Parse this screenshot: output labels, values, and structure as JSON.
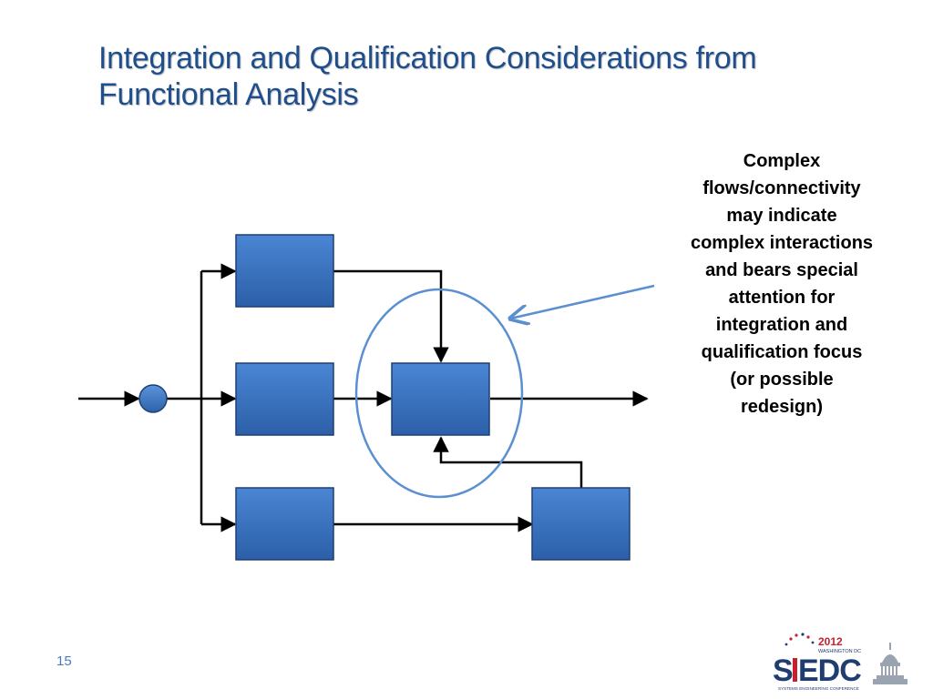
{
  "slide": {
    "title_lines": [
      "Integration and Qualification Considerations from",
      "Functional Analysis"
    ],
    "callout_lines": [
      "Complex",
      "flows/connectivity",
      "may indicate",
      "complex interactions",
      "and bears special",
      "attention for",
      "integration and",
      "qualification focus",
      "(or possible",
      "redesign)"
    ],
    "page_number": "15"
  },
  "logo": {
    "year": "2012",
    "city": "WASHINGTON DC",
    "wordmark": "SEDC",
    "tagline": "SYSTEMS ENGINEERING CONFERENCE"
  },
  "colors": {
    "title": "#1f4e8c",
    "block_fill": "#3a74c4",
    "block_stroke": "#1d3f73",
    "highlight_ellipse": "#5a8fd0",
    "logo_red": "#c8202f",
    "logo_navy": "#1f3d6e"
  }
}
